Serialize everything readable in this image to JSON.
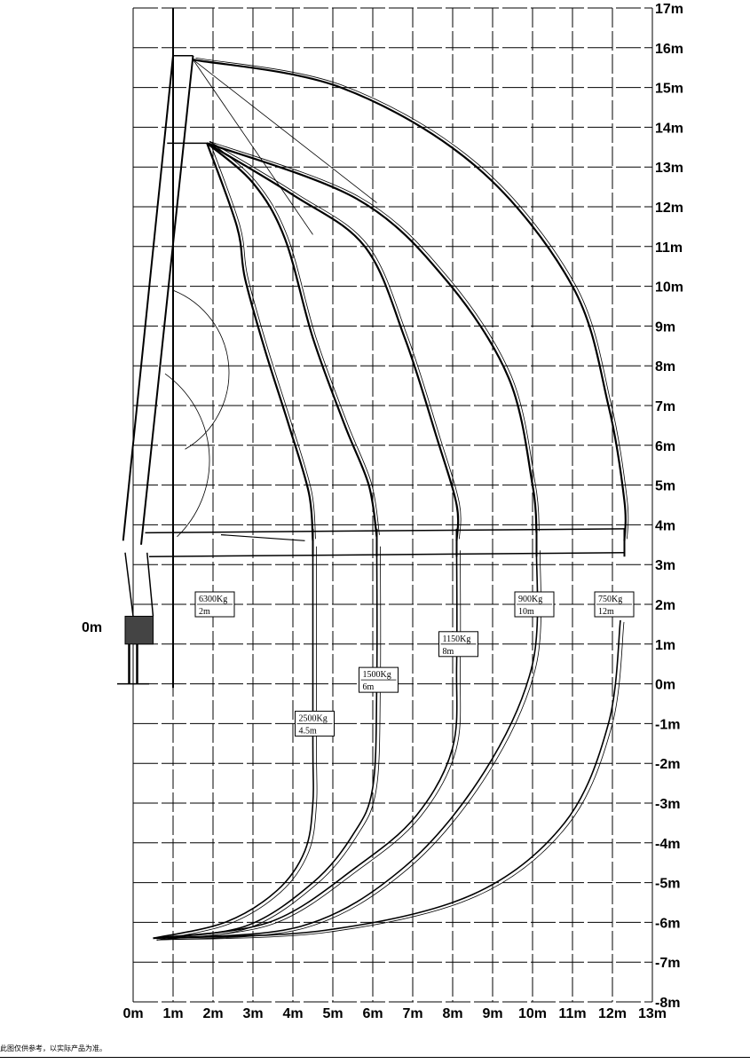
{
  "colors": {
    "line": "#000000",
    "background": "#ffffff"
  },
  "chart_data": {
    "type": "load-chart",
    "xlabel": "",
    "ylabel": "",
    "xlim": [
      0,
      13
    ],
    "ylim": [
      -8,
      17
    ],
    "x_ticks": [
      "0m",
      "1m",
      "2m",
      "3m",
      "4m",
      "5m",
      "6m",
      "7m",
      "8m",
      "9m",
      "10m",
      "11m",
      "12m",
      "13m"
    ],
    "y_ticks": [
      "17m",
      "16m",
      "15m",
      "14m",
      "13m",
      "12m",
      "11m",
      "10m",
      "9m",
      "8m",
      "7m",
      "6m",
      "5m",
      "4m",
      "3m",
      "2m",
      "1m",
      "0m",
      "-1m",
      "-2m",
      "-3m",
      "-4m",
      "-5m",
      "-6m",
      "-7m",
      "-8m"
    ],
    "origin_label": "0m",
    "loads": [
      {
        "weight": "6300Kg",
        "radius": "2m",
        "x": 2.0,
        "y": 2.0
      },
      {
        "weight": "2500Kg",
        "radius": "4.5m",
        "x": 4.5,
        "y": -1.0
      },
      {
        "weight": "1500Kg",
        "radius": "6m",
        "x": 6.1,
        "y": 0.1
      },
      {
        "weight": "1150Kg",
        "radius": "8m",
        "x": 8.1,
        "y": 1.0
      },
      {
        "weight": "900Kg",
        "radius": "10m",
        "x": 10.0,
        "y": 2.0
      },
      {
        "weight": "750Kg",
        "radius": "12m",
        "x": 12.0,
        "y": 2.0
      }
    ],
    "envelopes": [
      {
        "reach": 4.5,
        "pts": [
          [
            1.85,
            13.6
          ],
          [
            2.6,
            11.5
          ],
          [
            2.8,
            10.2
          ],
          [
            3.3,
            8.4
          ],
          [
            3.9,
            6.5
          ],
          [
            4.4,
            4.8
          ],
          [
            4.5,
            3.6
          ]
        ]
      },
      {
        "reach": 6.1,
        "pts": [
          [
            1.85,
            13.6
          ],
          [
            3.0,
            12.6
          ],
          [
            3.8,
            11.2
          ],
          [
            4.5,
            8.7
          ],
          [
            5.3,
            6.5
          ],
          [
            5.9,
            5.0
          ],
          [
            6.1,
            3.7
          ]
        ]
      },
      {
        "reach": 8.1,
        "pts": [
          [
            1.85,
            13.6
          ],
          [
            4.0,
            12.3
          ],
          [
            5.8,
            11.0
          ],
          [
            6.8,
            8.7
          ],
          [
            7.6,
            6.2
          ],
          [
            8.1,
            4.5
          ],
          [
            8.1,
            3.6
          ]
        ]
      },
      {
        "reach": 10.1,
        "pts": [
          [
            1.85,
            13.6
          ],
          [
            5.6,
            12.2
          ],
          [
            7.8,
            10.2
          ],
          [
            9.4,
            7.7
          ],
          [
            10.0,
            5.0
          ],
          [
            10.1,
            3.8
          ]
        ]
      },
      {
        "reach": 12.3,
        "pts": [
          [
            1.5,
            15.7
          ],
          [
            5.2,
            15.0
          ],
          [
            8.6,
            13.0
          ],
          [
            11.0,
            10.0
          ],
          [
            11.9,
            7.0
          ],
          [
            12.3,
            4.6
          ],
          [
            12.3,
            3.6
          ]
        ]
      }
    ],
    "lower_envelopes": [
      {
        "pts": [
          [
            0.5,
            -6.4
          ],
          [
            2.3,
            -6.0
          ],
          [
            3.6,
            -5.2
          ],
          [
            4.3,
            -4.2
          ],
          [
            4.5,
            -3.0
          ],
          [
            4.5,
            -1.5
          ],
          [
            4.5,
            3.5
          ]
        ]
      },
      {
        "pts": [
          [
            0.5,
            -6.4
          ],
          [
            2.8,
            -6.1
          ],
          [
            4.5,
            -5.0
          ],
          [
            5.5,
            -3.8
          ],
          [
            6.0,
            -2.6
          ],
          [
            6.1,
            0.0
          ],
          [
            6.1,
            3.5
          ]
        ]
      },
      {
        "pts": [
          [
            0.5,
            -6.4
          ],
          [
            3.4,
            -6.0
          ],
          [
            5.6,
            -4.6
          ],
          [
            7.1,
            -3.3
          ],
          [
            8.0,
            -1.6
          ],
          [
            8.1,
            0.5
          ],
          [
            8.1,
            3.4
          ]
        ]
      },
      {
        "pts": [
          [
            0.5,
            -6.4
          ],
          [
            4.2,
            -6.1
          ],
          [
            6.8,
            -4.6
          ],
          [
            8.8,
            -2.2
          ],
          [
            10.0,
            0.5
          ],
          [
            10.1,
            3.4
          ]
        ]
      },
      {
        "pts": [
          [
            0.5,
            -6.4
          ],
          [
            4.8,
            -6.2
          ],
          [
            8.5,
            -5.3
          ],
          [
            10.8,
            -3.5
          ],
          [
            11.9,
            -1.0
          ],
          [
            12.2,
            1.6
          ]
        ]
      }
    ]
  },
  "footer": {
    "note": "此图仅供参考，以实际产品为准。"
  }
}
